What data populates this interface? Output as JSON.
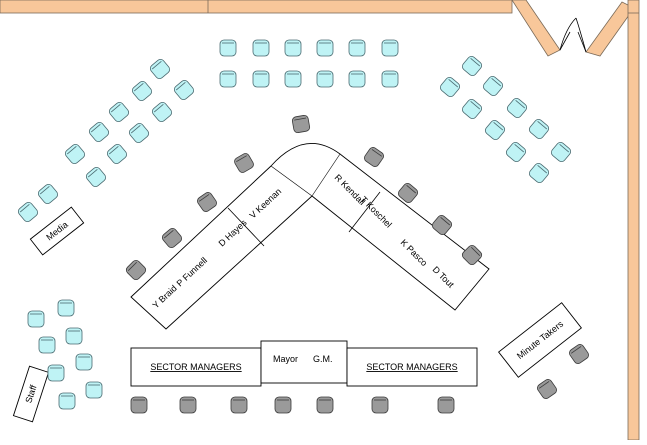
{
  "labels": {
    "media": "Media",
    "staff": "Staff",
    "minute_takers": "Minute Takers",
    "sector_managers_left": "SECTOR MANAGERS",
    "sector_managers_right": "SECTOR MANAGERS",
    "mayor": "Mayor",
    "gm": "G.M.",
    "y_braid": "Y Braid",
    "p_funnell": "P Funnell",
    "d_hayes": "D Hayes",
    "v_keenan": "V Keenan",
    "r_kendall": "R Kendall",
    "t_koschel": "T Koschel",
    "k_pasco": "K Pasco",
    "d_tout": "D Tout"
  },
  "colors": {
    "wall": "#f8c79a",
    "public_chair": "#bff3f5",
    "council_chair": "#9a9a9a",
    "table": "#ffffff"
  }
}
